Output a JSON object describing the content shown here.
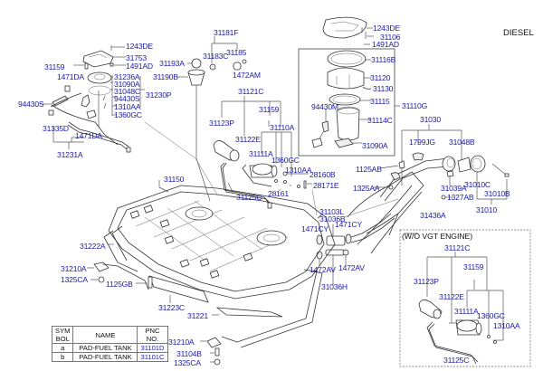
{
  "header": {
    "title": "DIESEL"
  },
  "subassembly_note": "(W/O VGT ENGINE)",
  "labels": {
    "l1243DE_a": "1243DE",
    "l31753": "31753",
    "l1491AD_a": "1491AD",
    "l31159_a": "31159",
    "l31193A": "31193A",
    "l31183C": "31183C",
    "l31185": "31185",
    "l31181F": "31181F",
    "l1472AM": "1472AM",
    "l31190B": "31190B",
    "l1471DA_a": "1471DA",
    "l31236A": "31236A",
    "l31090A_a": "31090A",
    "l31048C": "31048C",
    "l94430S_a": "94430S",
    "l31230P": "31230P",
    "l1310AA_a": "1310AA",
    "l1360GC_a": "1360GC",
    "l94430S_b": "94430S",
    "l31335D": "31335D",
    "l1471DA_b": "1471DA",
    "l31231A": "31231A",
    "l31121C_a": "31121C",
    "l31123P_a": "31123P",
    "l31159_b": "31159",
    "l31110A": "31110A",
    "l31122E_a": "31122E",
    "l31111A_a": "31111A",
    "l1360GC_b": "1360GC",
    "l1310AA_b": "1310AA",
    "l28160B": "28160B",
    "l28171E": "28171E",
    "l28161": "28161",
    "l31125C_a": "31125C",
    "l31150": "31150",
    "l1243DE_b": "1243DE",
    "l31106": "31106",
    "l1491AD_b": "1491AD",
    "l31116B": "31116B",
    "l31120": "31120",
    "l31130": "31130",
    "l31115": "31115",
    "l31110G": "31110G",
    "l94430M": "94430M",
    "l31114C": "31114C",
    "l31090A_b": "31090A",
    "l31030": "31030",
    "l1799JG": "1799JG",
    "l31048B": "31048B",
    "l1125AB": "1125AB",
    "l1325AA": "1325AA",
    "l31039A": "31039A",
    "l31010C": "31010C",
    "l1327AB": "1327AB",
    "l31010B": "31010B",
    "l31010": "31010",
    "l31436A": "31436A",
    "l31103L": "31103L",
    "l31036B": "31036B",
    "l1471CY_a": "1471CY",
    "l1471CY_b": "1471CY",
    "l1472AV_a": "1472AV",
    "l1472AV_b": "1472AV",
    "l31036H": "31036H",
    "l31222A": "31222A",
    "l31210A_a": "31210A",
    "l1325CA_a": "1325CA",
    "l1125GB": "1125GB",
    "l31223C": "31223C",
    "l31221": "31221",
    "l31210A_b": "31210A",
    "l31104B": "31104B",
    "l1325CA_b": "1325CA",
    "l31121C_b": "31121C",
    "l31159_c": "31159",
    "l31123P_b": "31123P",
    "l31122E_b": "31122E",
    "l31111A_b": "31111A",
    "l1360GC_c": "1360GC",
    "l1310AA_c": "1310AA",
    "l31125C_b": "31125C"
  },
  "legend": {
    "headers": {
      "symbol": [
        "SYM",
        "BOL"
      ],
      "name": "NAME",
      "pnc": [
        "PNC",
        "NO."
      ]
    },
    "rows": [
      {
        "symbol": "a",
        "name": "PAD-FUEL TANK",
        "pnc": "31101D"
      },
      {
        "symbol": "b",
        "name": "PAD-FUEL TANK",
        "pnc": "31101C"
      }
    ]
  },
  "colors": {
    "label": "#1a1aa8",
    "line": "#333333"
  }
}
